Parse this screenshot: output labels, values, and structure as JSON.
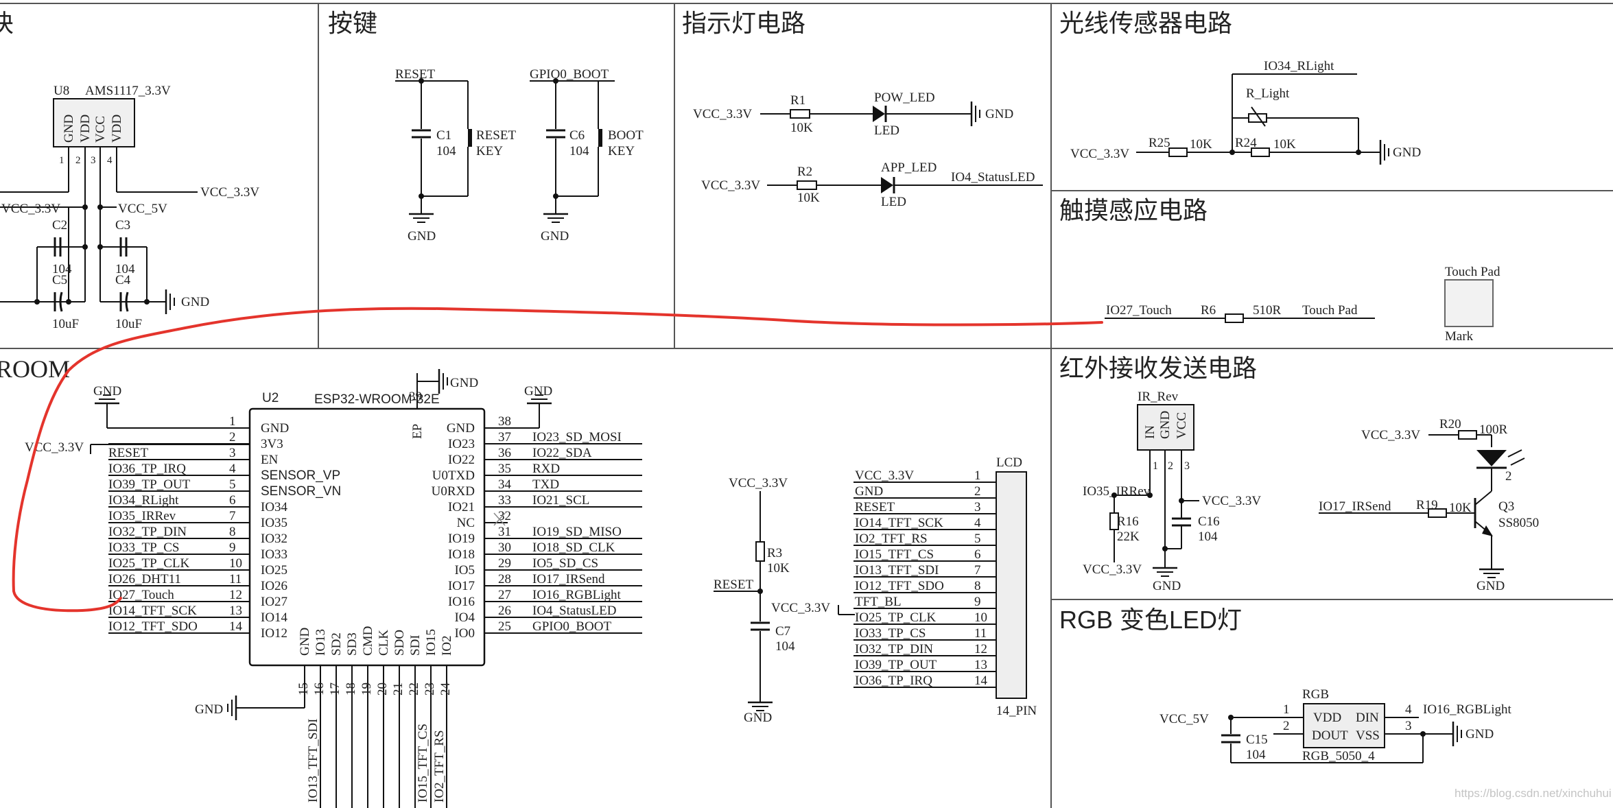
{
  "titles": {
    "power": "块",
    "keys": "按键",
    "led": "指示灯电路",
    "light": "光线传感器电路",
    "touch": "触摸感应电路",
    "esp": "ROOM",
    "ir": "红外接收发送电路",
    "rgb": "RGB 变色LED灯"
  },
  "power": {
    "ref": "U8",
    "part": "AMS1117_3.3V",
    "pins": [
      "GND",
      "VDD",
      "VCC",
      "VDD"
    ],
    "pin_nums": [
      "1",
      "2",
      "3",
      "4"
    ],
    "out": "VCC_3.3V",
    "vcc33": "VCC_3.3V",
    "vcc5": "VCC_5V",
    "c2": "C2",
    "c3": "C3",
    "c4": "C4",
    "c5": "C5",
    "v104a": "104",
    "v104b": "104",
    "v10ua": "10uF",
    "v10ub": "10uF",
    "gnd": "GND"
  },
  "keys": {
    "reset_net": "RESET",
    "c1": "C1",
    "c1v": "104",
    "k1a": "RESET",
    "k1b": "KEY",
    "boot_net": "GPIO0_BOOT",
    "c6": "C6",
    "c6v": "104",
    "k2a": "BOOT",
    "k2b": "KEY",
    "gnd1": "GND",
    "gnd2": "GND"
  },
  "led": {
    "vcc1": "VCC_3.3V",
    "r1": "R1",
    "r1v": "10K",
    "d1": "POW_LED",
    "d1t": "LED",
    "gnd": "GND",
    "vcc2": "VCC_3.3V",
    "r2": "R2",
    "r2v": "10K",
    "d2": "APP_LED",
    "d2t": "LED",
    "net": "IO4_StatusLED"
  },
  "light": {
    "net": "IO34_RLight",
    "ldr": "R_Light",
    "vcc": "VCC_3.3V",
    "r25": "R25",
    "r25v": "10K",
    "r24": "R24",
    "r24v": "10K",
    "gnd": "GND"
  },
  "touch": {
    "net": "IO27_Touch",
    "r6": "R6",
    "r6v": "510R",
    "pad_net": "Touch Pad",
    "pad_label": "Touch Pad",
    "mark": "Mark"
  },
  "esp": {
    "ref": "U2",
    "part": "ESP32-WROOM-32E",
    "gnd_top": "GND",
    "pin39": "39",
    "ep": "EP",
    "gnd_l": "GND",
    "vcc": "VCC_3.3V",
    "gnd_r": "GND",
    "gnd_b": "GND",
    "left_nets": [
      "",
      "",
      "RESET",
      "IO36_TP_IRQ",
      "IO39_TP_OUT",
      "IO34_RLight",
      "IO35_IRRev",
      "IO32_TP_DIN",
      "IO33_TP_CS",
      "IO25_TP_CLK",
      "IO26_DHT11",
      "IO27_Touch",
      "IO14_TFT_SCK",
      "IO12_TFT_SDO"
    ],
    "left_nums": [
      "1",
      "2",
      "3",
      "4",
      "5",
      "6",
      "7",
      "8",
      "9",
      "10",
      "11",
      "12",
      "13",
      "14"
    ],
    "left_pins": [
      "GND",
      "3V3",
      "EN",
      "SENSOR_VP",
      "SENSOR_VN",
      "IO34",
      "IO35",
      "IO32",
      "IO33",
      "IO25",
      "IO26",
      "IO27",
      "IO14",
      "IO12"
    ],
    "right_nums": [
      "38",
      "37",
      "36",
      "35",
      "34",
      "33",
      "32",
      "31",
      "30",
      "29",
      "28",
      "27",
      "26",
      "25"
    ],
    "right_pins": [
      "GND",
      "IO23",
      "IO22",
      "U0TXD",
      "U0RXD",
      "IO21",
      "NC",
      "IO19",
      "IO18",
      "IO5",
      "IO17",
      "IO16",
      "IO4",
      "IO0"
    ],
    "right_nets": [
      "",
      "IO23_SD_MOSI",
      "IO22_SDA",
      "RXD",
      "TXD",
      "IO21_SCL",
      "",
      "IO19_SD_MISO",
      "IO18_SD_CLK",
      "IO5_SD_CS",
      "IO17_IRSend",
      "IO16_RGBLight",
      "IO4_StatusLED",
      "GPIO0_BOOT"
    ],
    "bot_pins": [
      "GND",
      "IO13",
      "SD2",
      "SD3",
      "CMD",
      "CLK",
      "SDO",
      "SDI",
      "IO15",
      "IO2"
    ],
    "bot_nums": [
      "15",
      "16",
      "17",
      "18",
      "19",
      "20",
      "21",
      "22",
      "23",
      "24"
    ],
    "bot_nets": [
      "IO13_TFT_SDI",
      "IO15_TFT_CS",
      "IO2_TFT_RS"
    ]
  },
  "lcd": {
    "ref": "LCD",
    "foot": "14_PIN",
    "nets": [
      "VCC_3.3V",
      "GND",
      "RESET",
      "IO14_TFT_SCK",
      "IO2_TFT_RS",
      "IO15_TFT_CS",
      "IO13_TFT_SDI",
      "IO12_TFT_SDO",
      "TFT_BL",
      "IO25_TP_CLK",
      "IO33_TP_CS",
      "IO32_TP_DIN",
      "IO39_TP_OUT",
      "IO36_TP_IRQ"
    ],
    "nums": [
      "1",
      "2",
      "3",
      "4",
      "5",
      "6",
      "7",
      "8",
      "9",
      "10",
      "11",
      "12",
      "13",
      "14"
    ],
    "vcc": "VCC_3.3V",
    "r3": "R3",
    "r3v": "10K",
    "reset": "RESET",
    "vcc2": "VCC_3.3V",
    "c7": "C7",
    "c7v": "104",
    "gnd": "GND"
  },
  "ir": {
    "ref": "IR_Rev",
    "pins": [
      "IN",
      "GND",
      "VCC"
    ],
    "nums": [
      "1",
      "2",
      "3"
    ],
    "net": "IO35_IRRev",
    "r16": "R16",
    "r16v": "22K",
    "vcc_l": "VCC_3.3V",
    "vcc": "VCC_3.3V",
    "c16": "C16",
    "c16v": "104",
    "gnd1": "GND",
    "vcc2": "VCC_3.3V",
    "r20": "R20",
    "r20v": "100R",
    "led_pin": "2",
    "send": "IO17_IRSend",
    "r19": "R19",
    "r19v": "10K",
    "q3": "Q3",
    "q3v": "SS8050",
    "gnd2": "GND"
  },
  "rgb": {
    "ref": "RGB",
    "foot": "RGB_5050_4",
    "vdd": "VDD",
    "din": "DIN",
    "dout": "DOUT",
    "vss": "VSS",
    "n1": "1",
    "n2": "2",
    "n3": "3",
    "n4": "4",
    "net": "IO16_RGBLight",
    "vcc": "VCC_5V",
    "c15": "C15",
    "c15v": "104",
    "gnd": "GND"
  },
  "watermark": "https://blog.csdn.net/xinchuhui"
}
